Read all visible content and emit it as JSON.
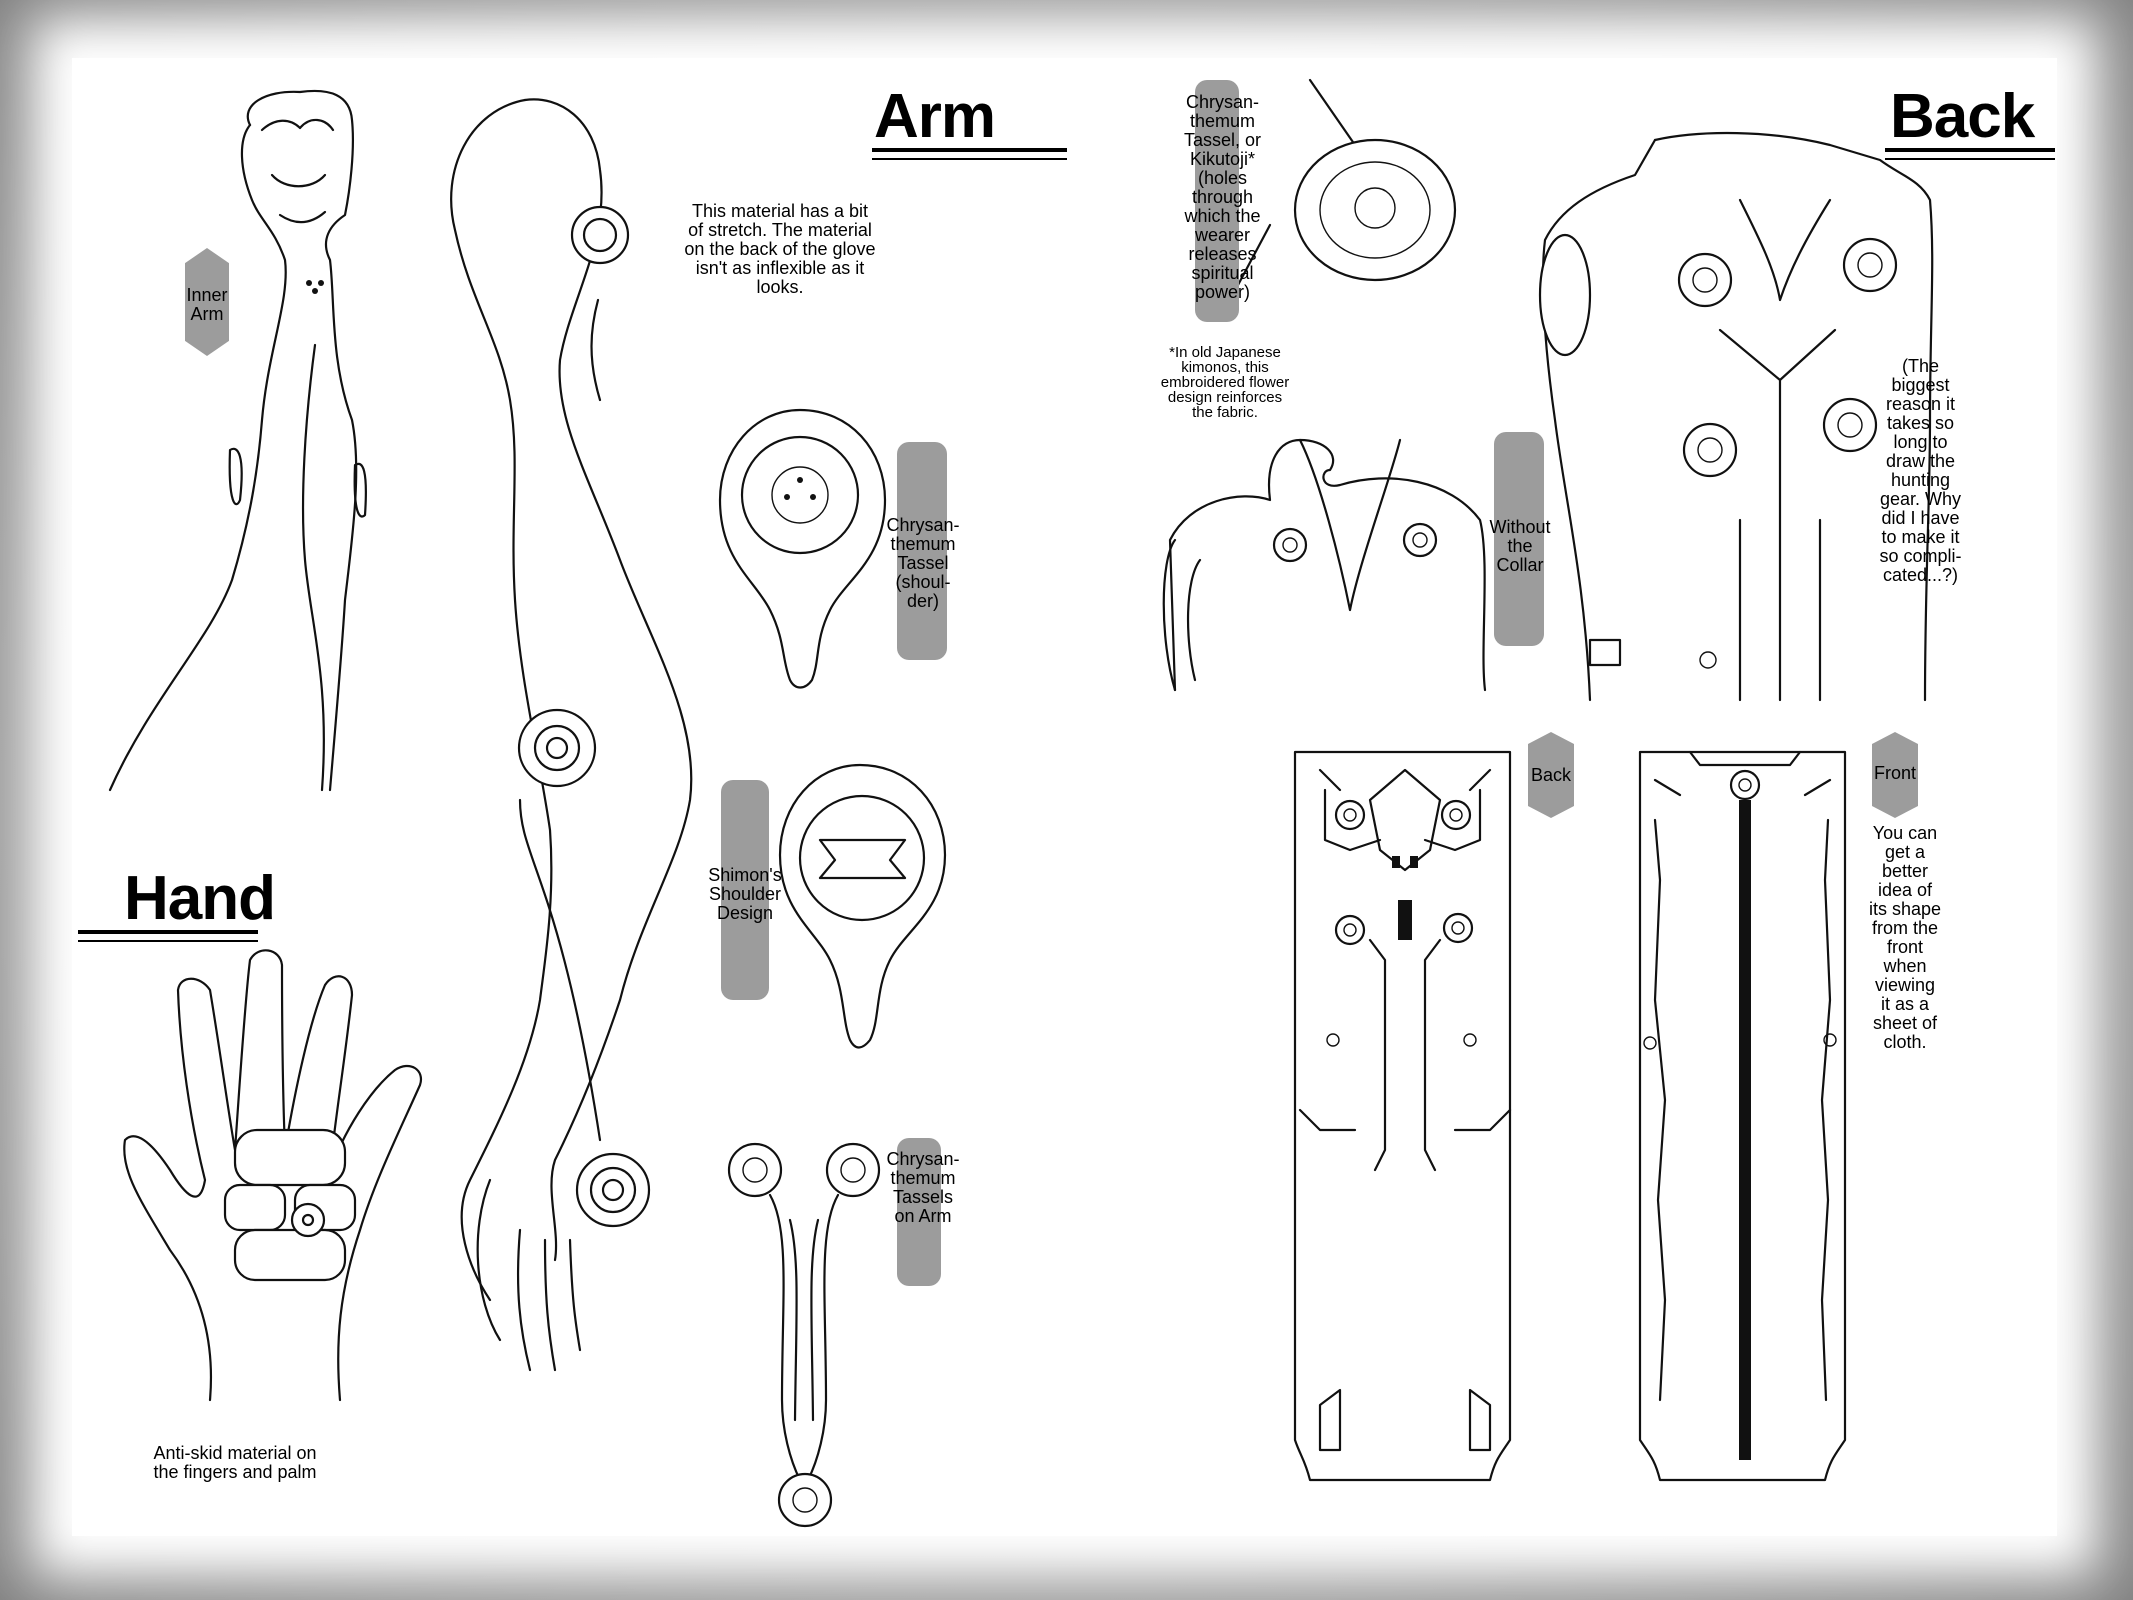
{
  "headings": {
    "arm": "Arm",
    "hand": "Hand",
    "back": "Back"
  },
  "labels": {
    "inner_arm": "Inner\nArm",
    "stretch_note": "This material has a bit\nof stretch. The material\non the back of the glove\nisn't as inflexible as it\nlooks.",
    "tassel_shoulder": "Chrysan-\nthemum\nTassel\n(shoul-\nder)",
    "shimon_shoulder": "Shimon's\nShoulder\nDesign",
    "tassels_on_arm": "Chrysan-\nthemum\nTassels\non Arm",
    "anti_skid": "Anti-skid material on\nthe fingers and palm",
    "kikutoji": "Chrysan-\nthemum\nTassel, or\nKikutoji*\n(holes\nthrough\nwhich the\nwearer\nreleases\nspiritual\npower)",
    "kikutoji_footnote": "*In old Japanese\nkimonos, this\nembroidered flower\ndesign reinforces\nthe fabric.",
    "without_collar": "Without\nthe\nCollar",
    "biggest_reason": "(The\nbiggest\nreason it\ntakes so\nlong to\ndraw the\nhunting\ngear. Why\ndid I have\nto make it\nso compli-\ncated...?)",
    "back_sheet": "Back",
    "front_sheet": "Front",
    "front_note": "You can\nget a\nbetter\nidea of\nits shape\nfrom the\nfront\nwhen\nviewing\nit as a\nsheet of\ncloth."
  },
  "colors": {
    "paper": "#ffffff",
    "frame": "#8a8a8a",
    "tag": "#9c9c9c",
    "ink": "#111111"
  }
}
